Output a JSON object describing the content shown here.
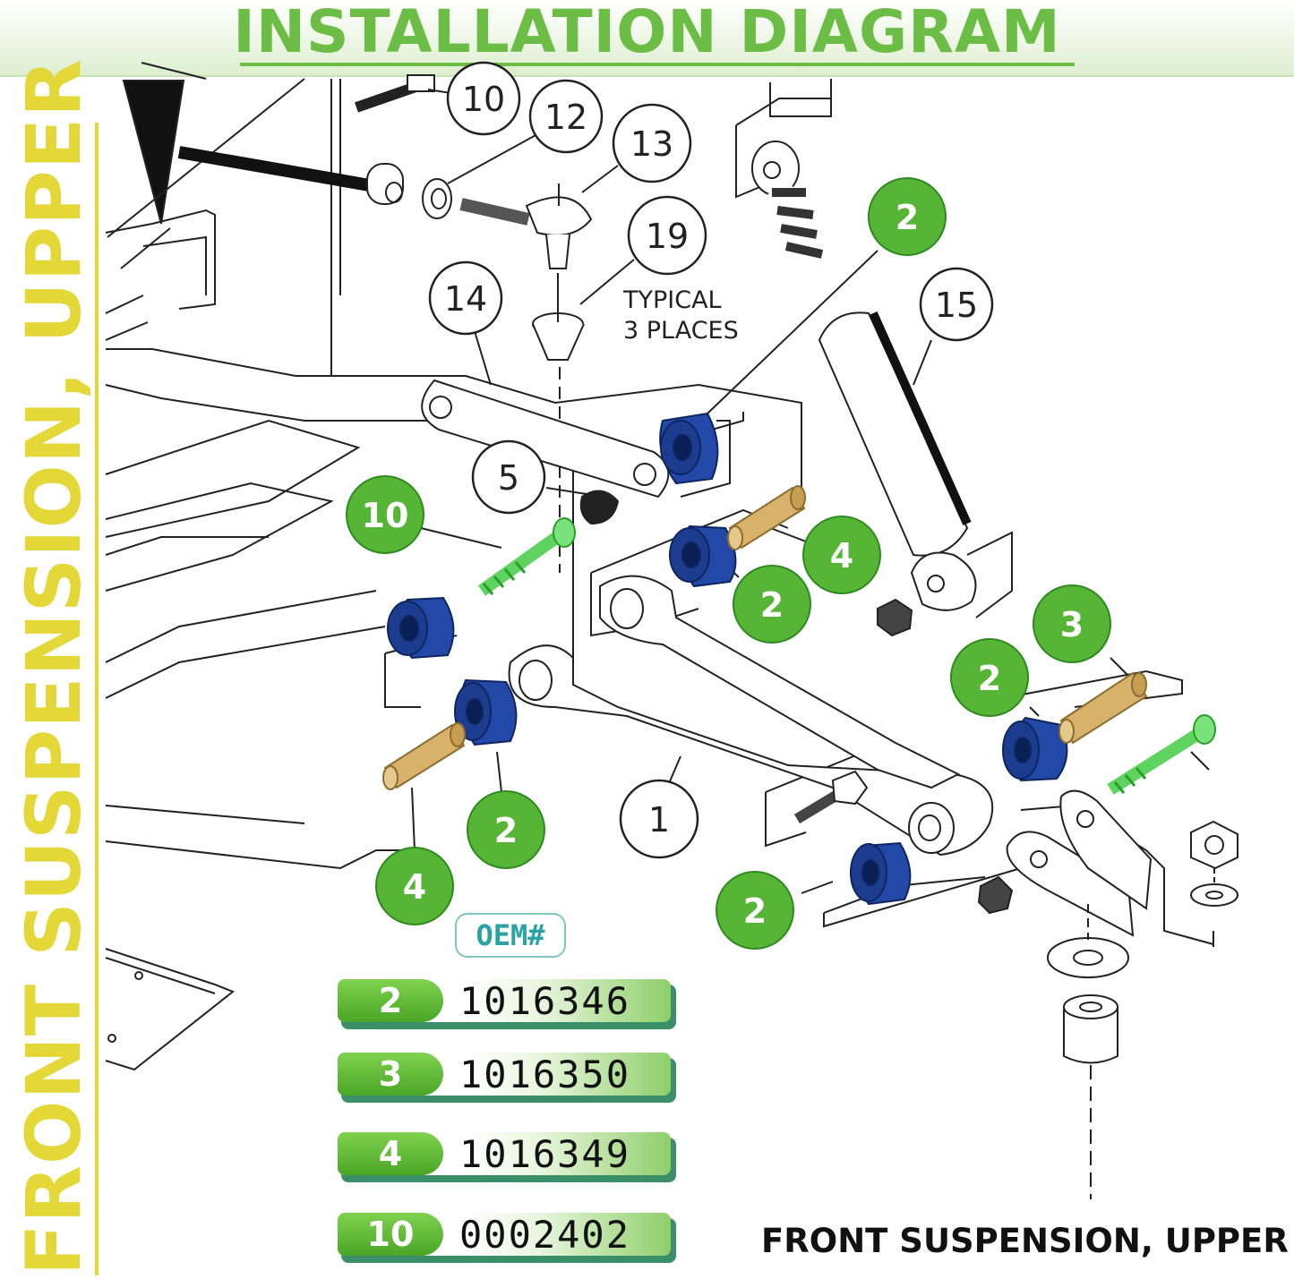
{
  "header": {
    "title": "INSTALLATION DIAGRAM"
  },
  "side_title": "FRONT SUSPENSION, UPPER",
  "callouts": {
    "c10": "10",
    "c12": "12",
    "c13": "13",
    "c19": "19",
    "c14": "14",
    "c15": "15",
    "c5": "5",
    "c1": "1",
    "g2a": "2",
    "g10": "10",
    "g4a": "4",
    "g2b": "2",
    "g3": "3",
    "g2c": "2",
    "g2d": "2",
    "g4b": "4",
    "g2e": "2"
  },
  "note": {
    "line1": "TYPICAL",
    "line2": "3 PLACES"
  },
  "oem": {
    "label": "OEM#",
    "rows": [
      {
        "num": "2",
        "code": "1016346"
      },
      {
        "num": "3",
        "code": "1016350"
      },
      {
        "num": "4",
        "code": "1016349"
      },
      {
        "num": "10",
        "code": "0002402"
      }
    ]
  },
  "caption": "FRONT SUSPENSION, UPPER",
  "colors": {
    "green": "#6cbd45",
    "yellow": "#e3d838",
    "blue": "#1c3d8f",
    "brass": "#d8b26a"
  }
}
